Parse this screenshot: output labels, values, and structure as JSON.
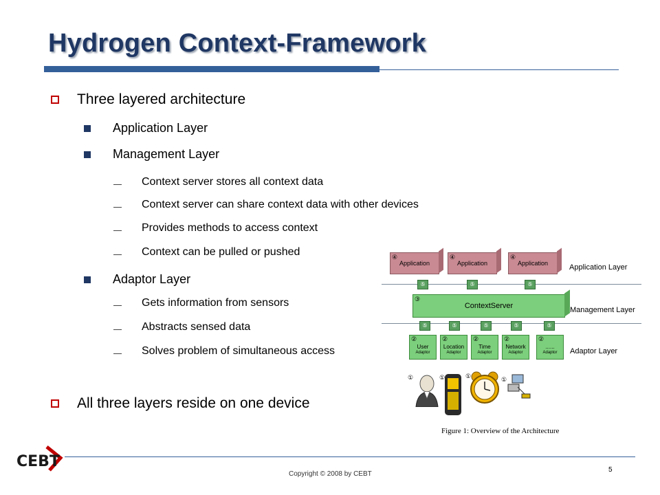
{
  "title": "Hydrogen Context-Framework",
  "bullets": {
    "b1": "Three layered architecture",
    "b1_1": "Application Layer",
    "b1_2": "Management Layer",
    "b1_2_items": [
      "Context server stores all context data",
      "Context server can share context data with other devices",
      "Provides methods to access context",
      "Context can be pulled or pushed"
    ],
    "b1_3": "Adaptor Layer",
    "b1_3_items": [
      "Gets information from sensors",
      "Abstracts sensed data",
      "Solves problem of simultaneous access"
    ],
    "b2": "All three layers reside on one device"
  },
  "figure": {
    "app_label": "Application",
    "app_num": "④",
    "arrow_num": "⑤",
    "context_server_label": "ContextServer",
    "context_num": "③",
    "adaptor_num": "②",
    "sensor_num": "①",
    "adaptors": [
      {
        "name": "User",
        "sub": "Adaptor"
      },
      {
        "name": "Location",
        "sub": "Adaptor"
      },
      {
        "name": "Time",
        "sub": "Adaptor"
      },
      {
        "name": "Network",
        "sub": "Adaptor"
      },
      {
        "name": "......",
        "sub": "Adaptor"
      }
    ],
    "layer_labels": {
      "application": "Application Layer",
      "management": "Management Layer",
      "adaptor": "Adaptor Layer"
    },
    "caption": "Figure 1: Overview of the Architecture"
  },
  "footer": {
    "logo_text": "CEBT",
    "copyright": "Copyright © 2008 by CEBT",
    "page_number": "5"
  },
  "colors": {
    "title": "#1f3763",
    "accent_bar": "#34609a",
    "bullet_box": "#c00000",
    "app_block": "#c98a93",
    "green_block": "#7ccf7c",
    "logo_red": "#c00000"
  }
}
